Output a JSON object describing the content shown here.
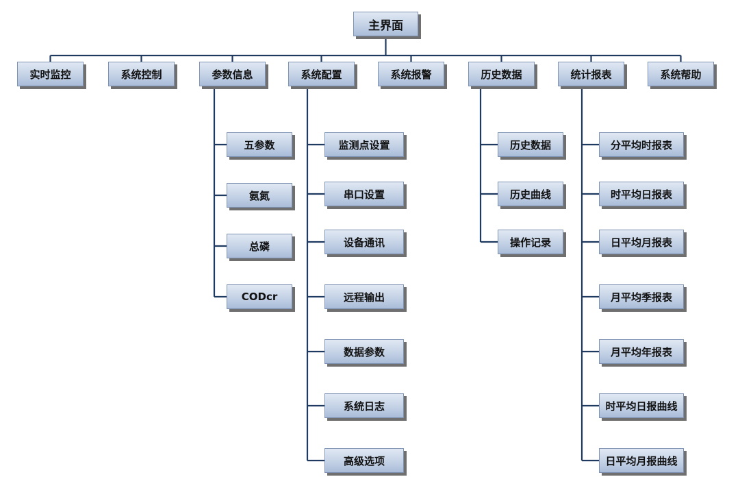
{
  "diagram": {
    "root": "主界面",
    "categories": [
      {
        "label": "实时监控",
        "children": []
      },
      {
        "label": "系统控制",
        "children": []
      },
      {
        "label": "参数信息",
        "children": [
          "五参数",
          "氨氮",
          "总磷",
          "CODcr"
        ]
      },
      {
        "label": "系统配置",
        "children": [
          "监测点设置",
          "串口设置",
          "设备通讯",
          "远程输出",
          "数据参数",
          "系统日志",
          "高级选项"
        ]
      },
      {
        "label": "系统报警",
        "children": []
      },
      {
        "label": "历史数据",
        "children": [
          "历史数据",
          "历史曲线",
          "操作记录"
        ]
      },
      {
        "label": "统计报表",
        "children": [
          "分平均时报表",
          "时平均日报表",
          "日平均月报表",
          "月平均季报表",
          "月平均年报表",
          "时平均日报曲线",
          "日平均月报曲线"
        ]
      },
      {
        "label": "系统帮助",
        "children": []
      }
    ]
  },
  "colors": {
    "line": "#1f3a60",
    "box_top": "#e0e8f3",
    "box_bottom": "#a9bcd8",
    "box_border": "#7e93b3",
    "shadow": "#6f6f6f"
  }
}
